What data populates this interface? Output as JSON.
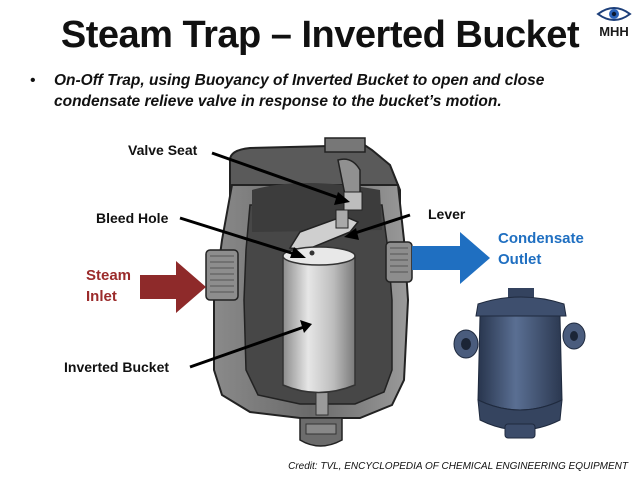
{
  "slide": {
    "title": "Steam Trap – Inverted Bucket",
    "logo_text": "MHH",
    "bullet_marker": "•",
    "bullet_text": "On-Off Trap, using Buoyancy of Inverted Bucket to open and close condensate relieve valve in response to the bucket’s motion.",
    "credit": "Credit: TVL, ENCYCLOPEDIA OF CHEMICAL ENGINEERING EQUIPMENT"
  },
  "labels": {
    "valve_seat": "Valve Seat",
    "bleed_hole": "Bleed Hole",
    "lever": "Lever",
    "inverted_bucket": "Inverted Bucket",
    "steam_inlet_line1": "Steam",
    "steam_inlet_line2": "Inlet",
    "outlet_line1": "Condensate",
    "outlet_line2": "Outlet"
  },
  "colors": {
    "inlet_arrow": "#8e2a2a",
    "outlet_arrow": "#1f6fc1",
    "body_dark": "#4b4b4b",
    "bucket": "#c9c9c9",
    "photo_trap": "#3f5270"
  },
  "icons": {
    "logo": "eye-icon"
  }
}
